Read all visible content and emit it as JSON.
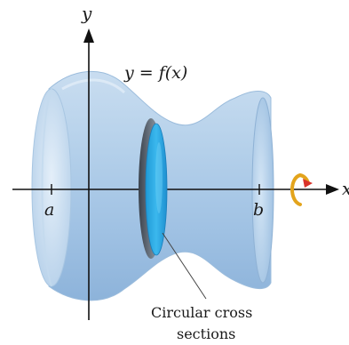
{
  "labels": {
    "y_axis": "y",
    "x_axis": "x",
    "function": "y = f(x)",
    "a": "a",
    "b": "b",
    "annotation_line1": "Circular cross",
    "annotation_line2": "sections"
  },
  "colors": {
    "solid_fill": "#a9c8e6",
    "solid_light": "#dbe9f6",
    "solid_edge": "#7fa4c9",
    "cross_section": "#27a9e3",
    "disk_rim": "#5a6470",
    "rotation_arrow": "#e3a41c",
    "arrow_head": "#d9332a",
    "axis": "#111111"
  },
  "icons": {
    "rotation": "rotation-arrow-icon"
  }
}
